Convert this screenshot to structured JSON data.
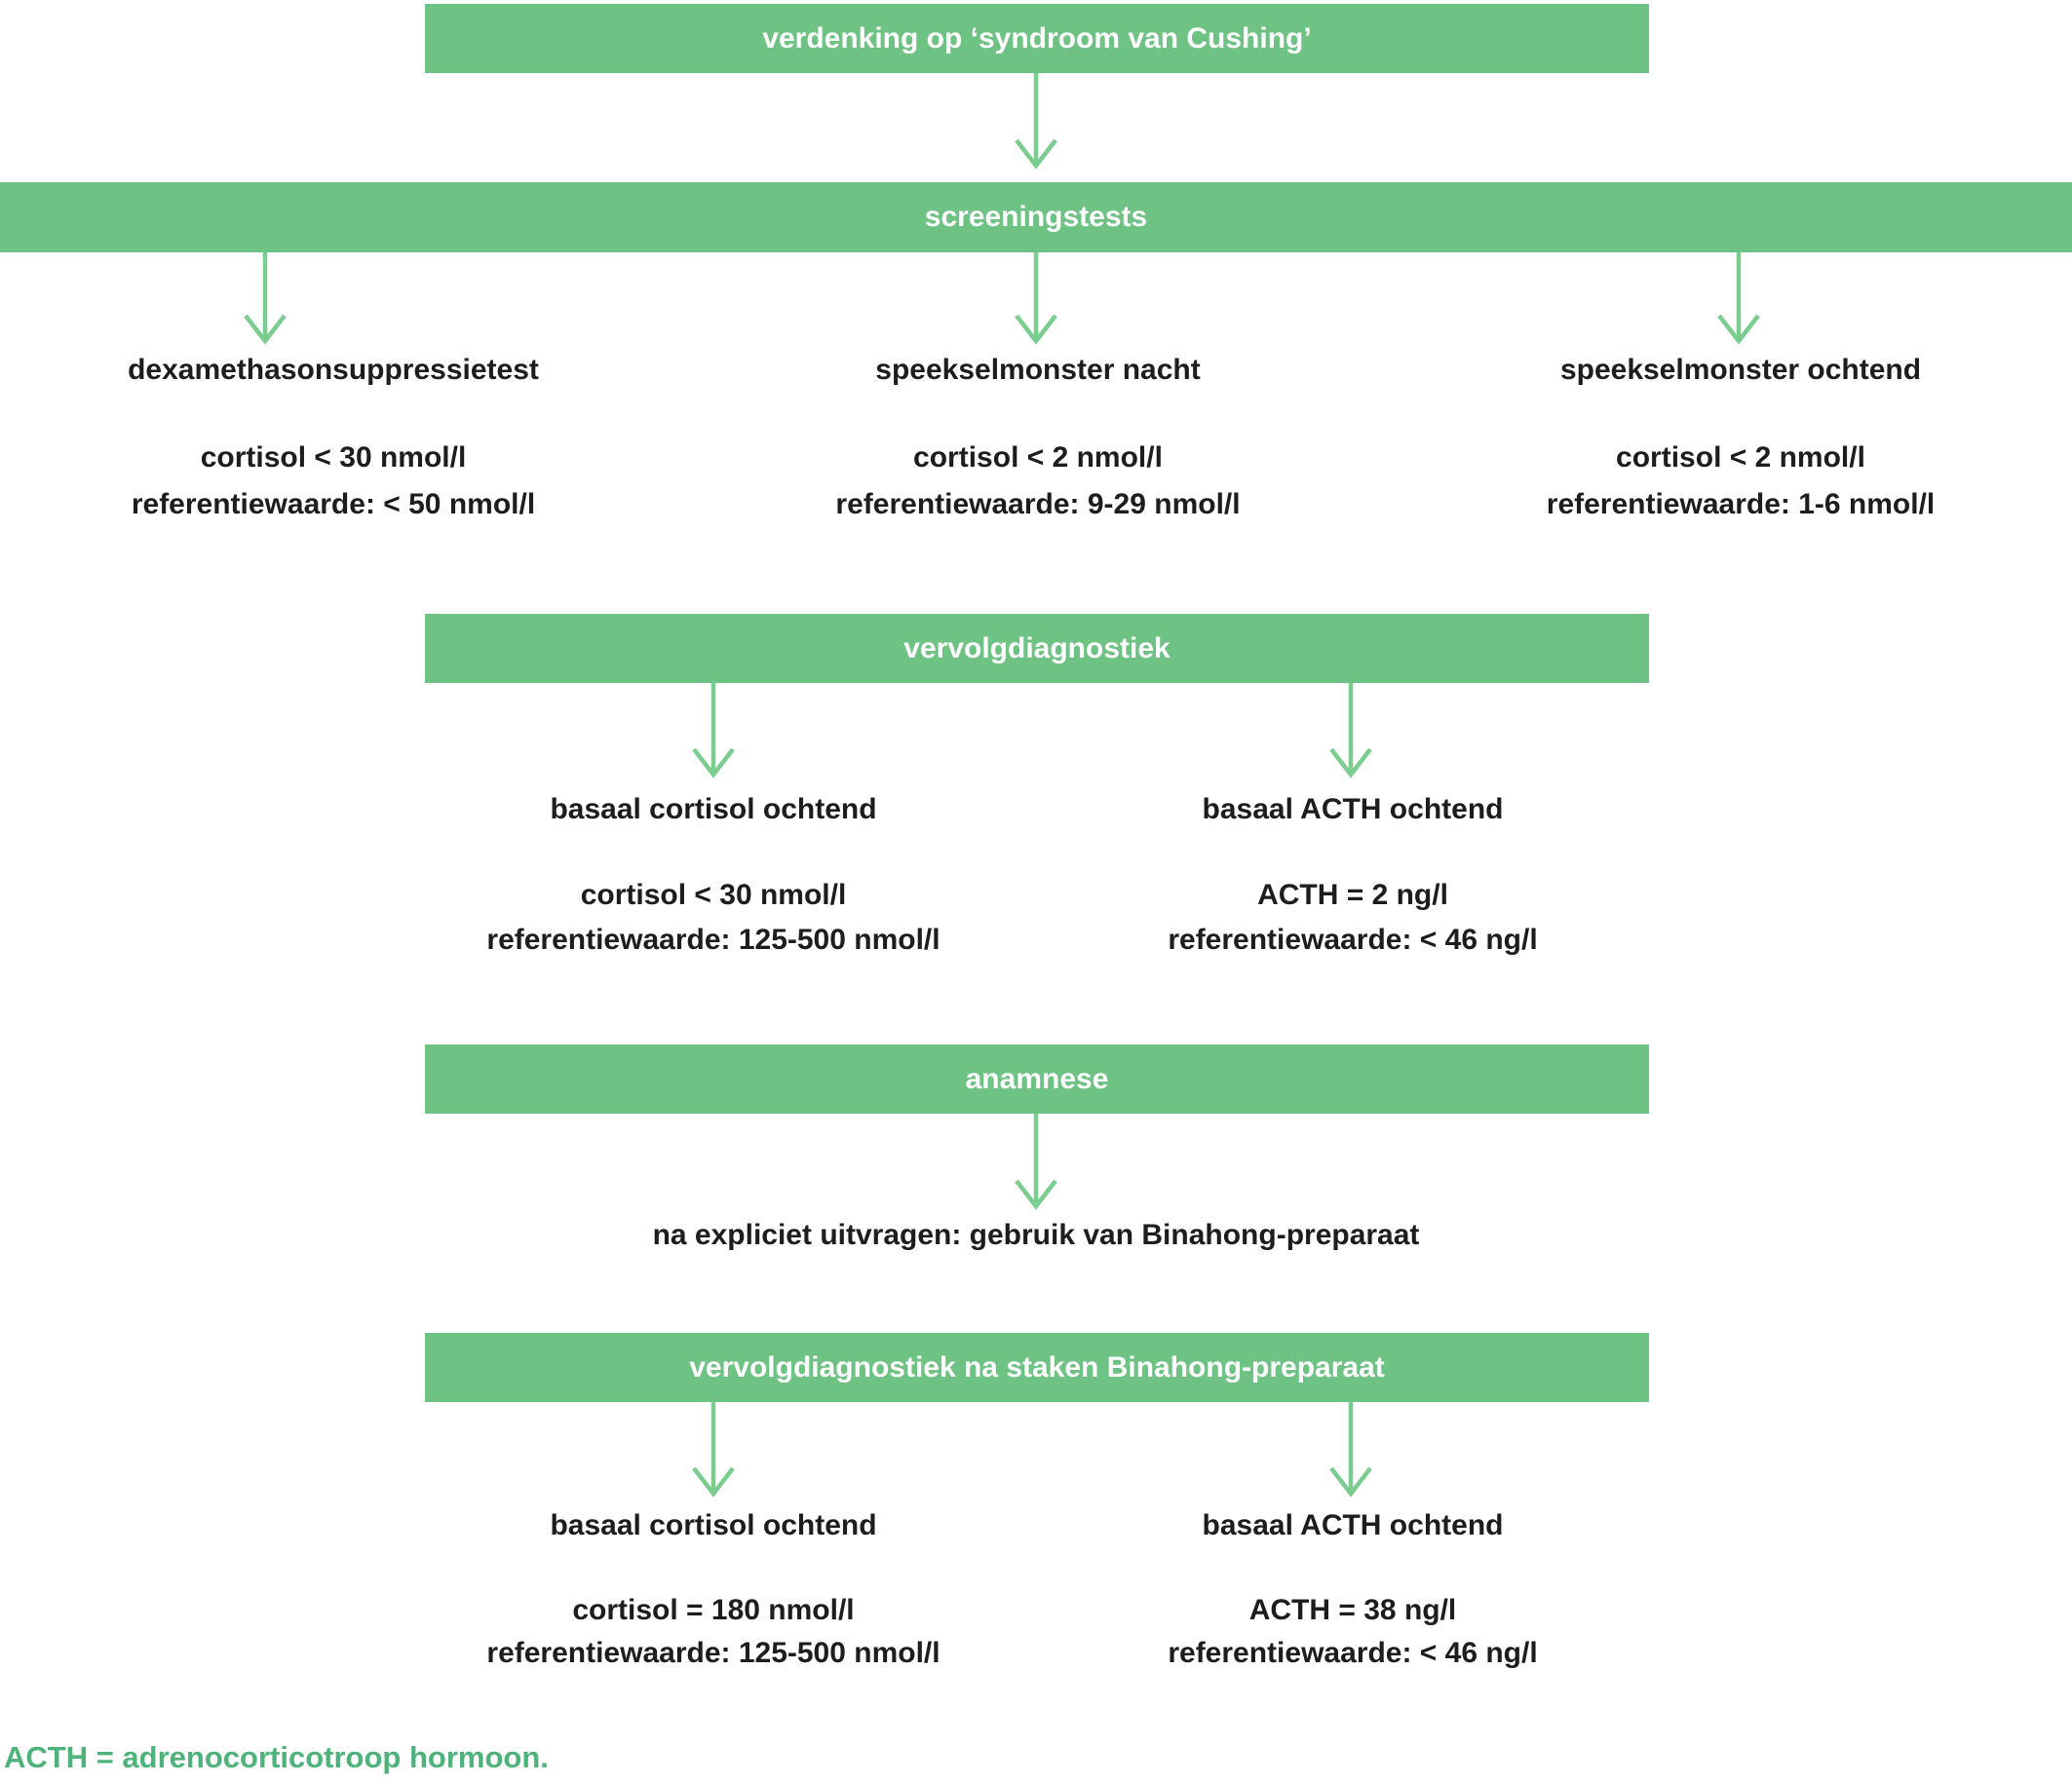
{
  "colors": {
    "bar_green": "#6EC283",
    "arrow_green": "#7BCC8F",
    "text_black": "#1d1d1b",
    "footer_green": "#4DB37A"
  },
  "header_box": {
    "label": "verdenking op ‘syndroom van Cushing’"
  },
  "screening_bar": {
    "label": "screeningstests"
  },
  "screening_columns": [
    {
      "title": "dexamethasonsuppressietest",
      "result": "cortisol < 30 nmol/l",
      "reference": "referentiewaarde: < 50 nmol/l"
    },
    {
      "title": "speekselmonster nacht",
      "result": "cortisol < 2 nmol/l",
      "reference": "referentiewaarde: 9-29 nmol/l"
    },
    {
      "title": "speekselmonster ochtend",
      "result": "cortisol < 2 nmol/l",
      "reference": "referentiewaarde: 1-6 nmol/l"
    }
  ],
  "followup_bar": {
    "label": "vervolgdiagnostiek"
  },
  "followup_columns": [
    {
      "title": "basaal cortisol ochtend",
      "result": "cortisol < 30 nmol/l",
      "reference": "referentiewaarde: 125-500 nmol/l"
    },
    {
      "title": "basaal ACTH ochtend",
      "result": "ACTH = 2 ng/l",
      "reference": "referentiewaarde: < 46 ng/l"
    }
  ],
  "anamnese_bar": {
    "label": "anamnese"
  },
  "anamnese_result": "na expliciet uitvragen: gebruik van Binahong-preparaat",
  "followup2_bar": {
    "label": "vervolgdiagnostiek na staken Binahong-preparaat"
  },
  "followup2_columns": [
    {
      "title": "basaal cortisol ochtend",
      "result": "cortisol = 180 nmol/l",
      "reference": "referentiewaarde: 125-500 nmol/l"
    },
    {
      "title": "basaal ACTH ochtend",
      "result": "ACTH = 38 ng/l",
      "reference": "referentiewaarde: < 46 ng/l"
    }
  ],
  "footnote": "ACTH = adrenocorticotroop hormoon."
}
